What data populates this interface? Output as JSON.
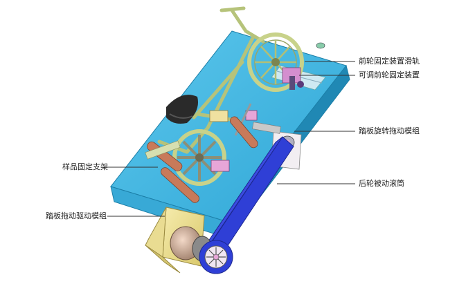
{
  "callouts": {
    "front_wheel_rail": "前轮固定装置滑轨",
    "adjustable_front_mount": "可调前轮固定装置",
    "pedal_rotation_module": "踏板旋转拖动模组",
    "sample_fixture": "样品固定支架",
    "rear_wheel_roller": "后轮被动滚筒",
    "pedal_drive_module": "踏板拖动驱动模组"
  },
  "colors": {
    "base_top": "#3fb6e0",
    "base_side": "#2aa0cc",
    "frame": "#d9e3a8",
    "belt": "#2f3fd6",
    "roller": "#c87a5a",
    "motor_box": "#efe08a",
    "pink_part": "#e7a6d8"
  }
}
